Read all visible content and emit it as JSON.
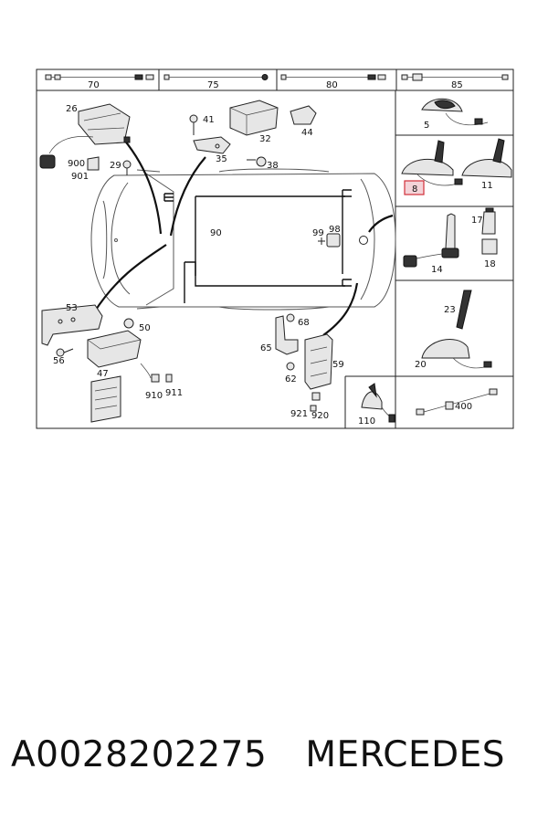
{
  "diagram": {
    "top_strip_labels": [
      "70",
      "75",
      "80",
      "85"
    ],
    "part_labels": {
      "p26": "26",
      "p41": "41",
      "p32": "32",
      "p44": "44",
      "p900": "900",
      "p901": "901",
      "p29": "29",
      "p35": "35",
      "p38": "38",
      "p90": "90",
      "p99": "99",
      "p98": "98",
      "p53": "53",
      "p50": "50",
      "p56": "56",
      "p47": "47",
      "p910": "910",
      "p911": "911",
      "p68": "68",
      "p65": "65",
      "p62": "62",
      "p59": "59",
      "p921": "921",
      "p920": "920",
      "p5": "5",
      "p8": "8",
      "p11": "11",
      "p17": "17",
      "p14": "14",
      "p18": "18",
      "p23": "23",
      "p20": "20",
      "p110": "110",
      "p400": "400"
    },
    "highlight_color": "#d1303a"
  },
  "caption": {
    "part_number": "A0028202275",
    "brand": "MERCEDES"
  }
}
